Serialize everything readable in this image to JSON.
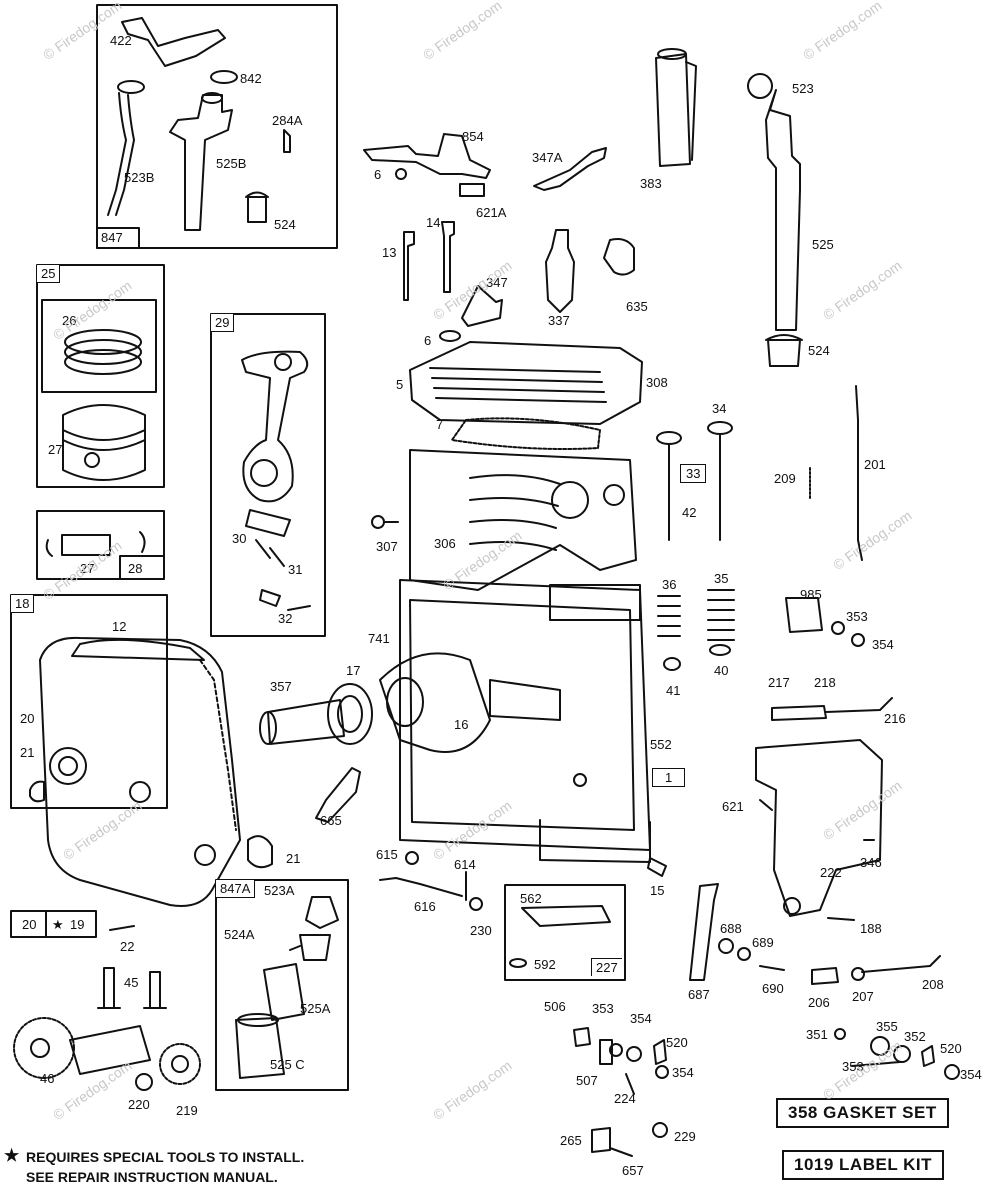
{
  "labels": {
    "l422": "422",
    "l842": "842",
    "l284A": "284A",
    "l523B": "523B",
    "l525B": "525B",
    "l524a": "524",
    "l847": "847",
    "l25": "25",
    "l26": "26",
    "l27a": "27",
    "l27b": "27",
    "l28": "28",
    "l29": "29",
    "l30": "30",
    "l31": "31",
    "l32": "32",
    "l18": "18",
    "l12": "12",
    "l20a": "20",
    "l21a": "21",
    "l20b": "20",
    "l19": "19",
    "l22": "22",
    "l21b": "21",
    "l45": "45",
    "l46": "46",
    "l220": "220",
    "l219": "219",
    "l847A": "847A",
    "l523A": "523A",
    "l524A": "524A",
    "l525A": "525A",
    "l525C": "525 C",
    "l854": "854",
    "l6a": "6",
    "l621A": "621A",
    "l347A": "347A",
    "l383": "383",
    "l523": "523",
    "l525": "525",
    "l524b": "524",
    "l13": "13",
    "l14": "14",
    "l347": "347",
    "l337": "337",
    "l635": "635",
    "l6b": "6",
    "l5": "5",
    "l308": "308",
    "l7": "7",
    "l34": "34",
    "l33": "33",
    "l42": "42",
    "l209": "209",
    "l201": "201",
    "l307": "307",
    "l306": "306",
    "l36": "36",
    "l35": "35",
    "l41": "41",
    "l40": "40",
    "l985": "985",
    "l353a": "353",
    "l354a": "354",
    "l741": "741",
    "l357": "357",
    "l17": "17",
    "l16": "16",
    "l552": "552",
    "l1": "1",
    "l217": "217",
    "l218": "218",
    "l216": "216",
    "l621": "621",
    "l346": "346",
    "l222": "222",
    "l665": "665",
    "l615": "615",
    "l614": "614",
    "l616": "616",
    "l15": "15",
    "l230": "230",
    "l562": "562",
    "l592": "592",
    "l227": "227",
    "l188": "188",
    "l687": "687",
    "l688": "688",
    "l689": "689",
    "l690": "690",
    "l206": "206",
    "l207": "207",
    "l208": "208",
    "l506": "506",
    "l353b": "353",
    "l354b": "354",
    "l520a": "520",
    "l354c": "354",
    "l507": "507",
    "l224": "224",
    "l351": "351",
    "l355": "355",
    "l352": "352",
    "l520b": "520",
    "l353c": "353",
    "l354d": "354",
    "l265": "265",
    "l657": "657",
    "l229": "229"
  },
  "kits": {
    "gasket": "358 GASKET SET",
    "label": "1019 LABEL KIT"
  },
  "note": {
    "line1": "REQUIRES SPECIAL TOOLS TO INSTALL.",
    "line2": "SEE REPAIR INSTRUCTION MANUAL."
  },
  "star": "★",
  "watermark": "© Firedog.com"
}
